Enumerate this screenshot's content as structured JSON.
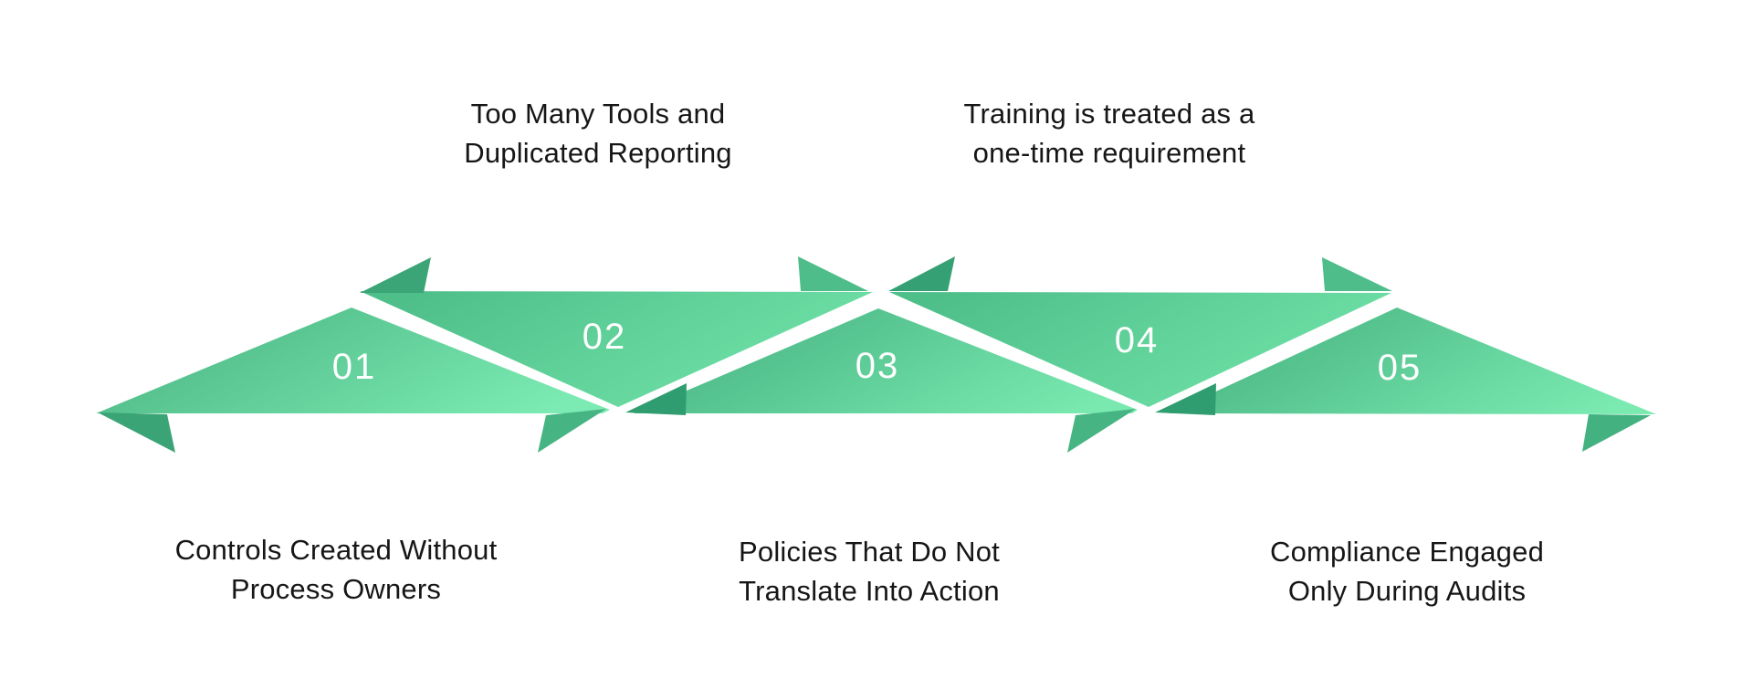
{
  "background_color": "#ffffff",
  "text_color": "#161616",
  "number_color": "#ffffff",
  "steps": [
    {
      "number": "01",
      "label_position": "bottom",
      "label": {
        "line1": "Controls Created Without",
        "line2": "Process Owners"
      }
    },
    {
      "number": "02",
      "label_position": "top",
      "label": {
        "line1": "Too Many Tools and",
        "line2": "Duplicated Reporting"
      }
    },
    {
      "number": "03",
      "label_position": "bottom",
      "label": {
        "line1": "Policies That Do Not",
        "line2": "Translate Into Action"
      }
    },
    {
      "number": "04",
      "label_position": "top",
      "label": {
        "line1": "Training is treated as a",
        "line2": "one-time requirement"
      }
    },
    {
      "number": "05",
      "label_position": "bottom",
      "label": {
        "line1": "Compliance Engaged",
        "line2": "Only During Audits"
      }
    }
  ],
  "ribbon": {
    "segments": [
      {
        "id": "01",
        "gradient_from": "#4BB583",
        "gradient_to": "#7CEBB3"
      },
      {
        "id": "02",
        "gradient_from": "#4FBF8A",
        "gradient_to": "#72E5AA"
      },
      {
        "id": "03",
        "gradient_from": "#46B281",
        "gradient_to": "#79E9B0"
      },
      {
        "id": "04",
        "gradient_from": "#4FBF8A",
        "gradient_to": "#72E5AA"
      },
      {
        "id": "05",
        "gradient_from": "#47B280",
        "gradient_to": "#7AEAB1"
      }
    ],
    "fold_colors": {
      "left_end": "#3AA476",
      "p1_top": "#3BA577",
      "p2_below": "#46B483",
      "p2_arrow": "#309D71",
      "p3_left": "#4EBD8A",
      "p3_right": "#35A074",
      "p4_below": "#46B483",
      "p4_arrow": "#309D71",
      "p5_left": "#4EBD8A",
      "right_end": "#44B181"
    }
  }
}
